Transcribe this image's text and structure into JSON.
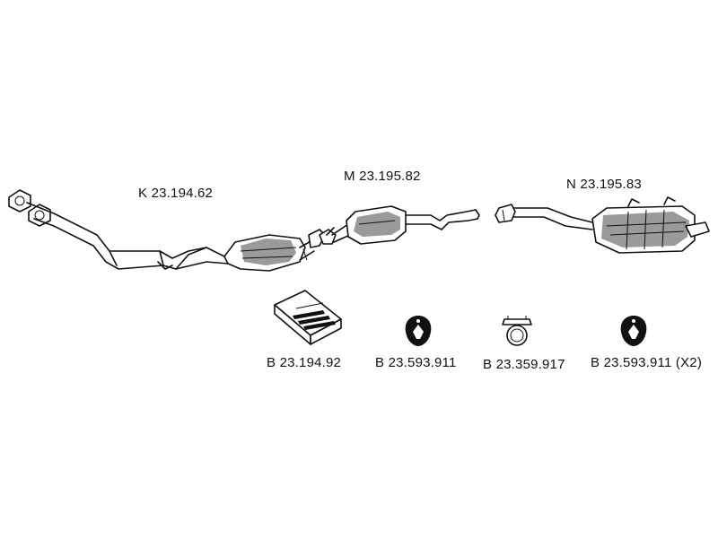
{
  "labels": {
    "front_pipe": "K 23.194.62",
    "middle_silencer": "M 23.195.82",
    "rear_silencer": "N 23.195.83",
    "mounting_kit": "B 23.194.92",
    "rubber_mount_1": "B 23.593.911",
    "clamp": "B 23.359.917",
    "rubber_mount_2": "B 23.593.911 (X2)"
  },
  "colors": {
    "line": "#111111",
    "shade": "#9a9a9a",
    "background": "#ffffff"
  }
}
